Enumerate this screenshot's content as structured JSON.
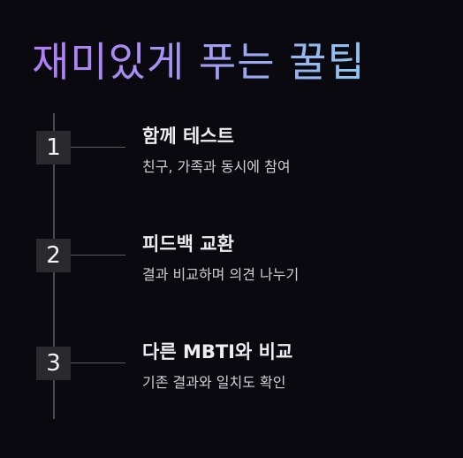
{
  "header": {
    "title": "재미있게 푸는 꿀팁"
  },
  "steps": [
    {
      "number": "1",
      "title": "함께 테스트",
      "description": "친구, 가족과 동시에 참여"
    },
    {
      "number": "2",
      "title": "피드백 교환",
      "description": "결과 비교하며 의견 나누기"
    },
    {
      "number": "3",
      "title": "다른 MBTI와 비교",
      "description": "기존 결과와 일치도 확인"
    }
  ],
  "colors": {
    "background": "#0a090f",
    "title_gradient_start": "#b37cf6",
    "title_gradient_end": "#8ec7ee",
    "badge_bg": "#2a2a2e",
    "line": "#4a4a52"
  }
}
